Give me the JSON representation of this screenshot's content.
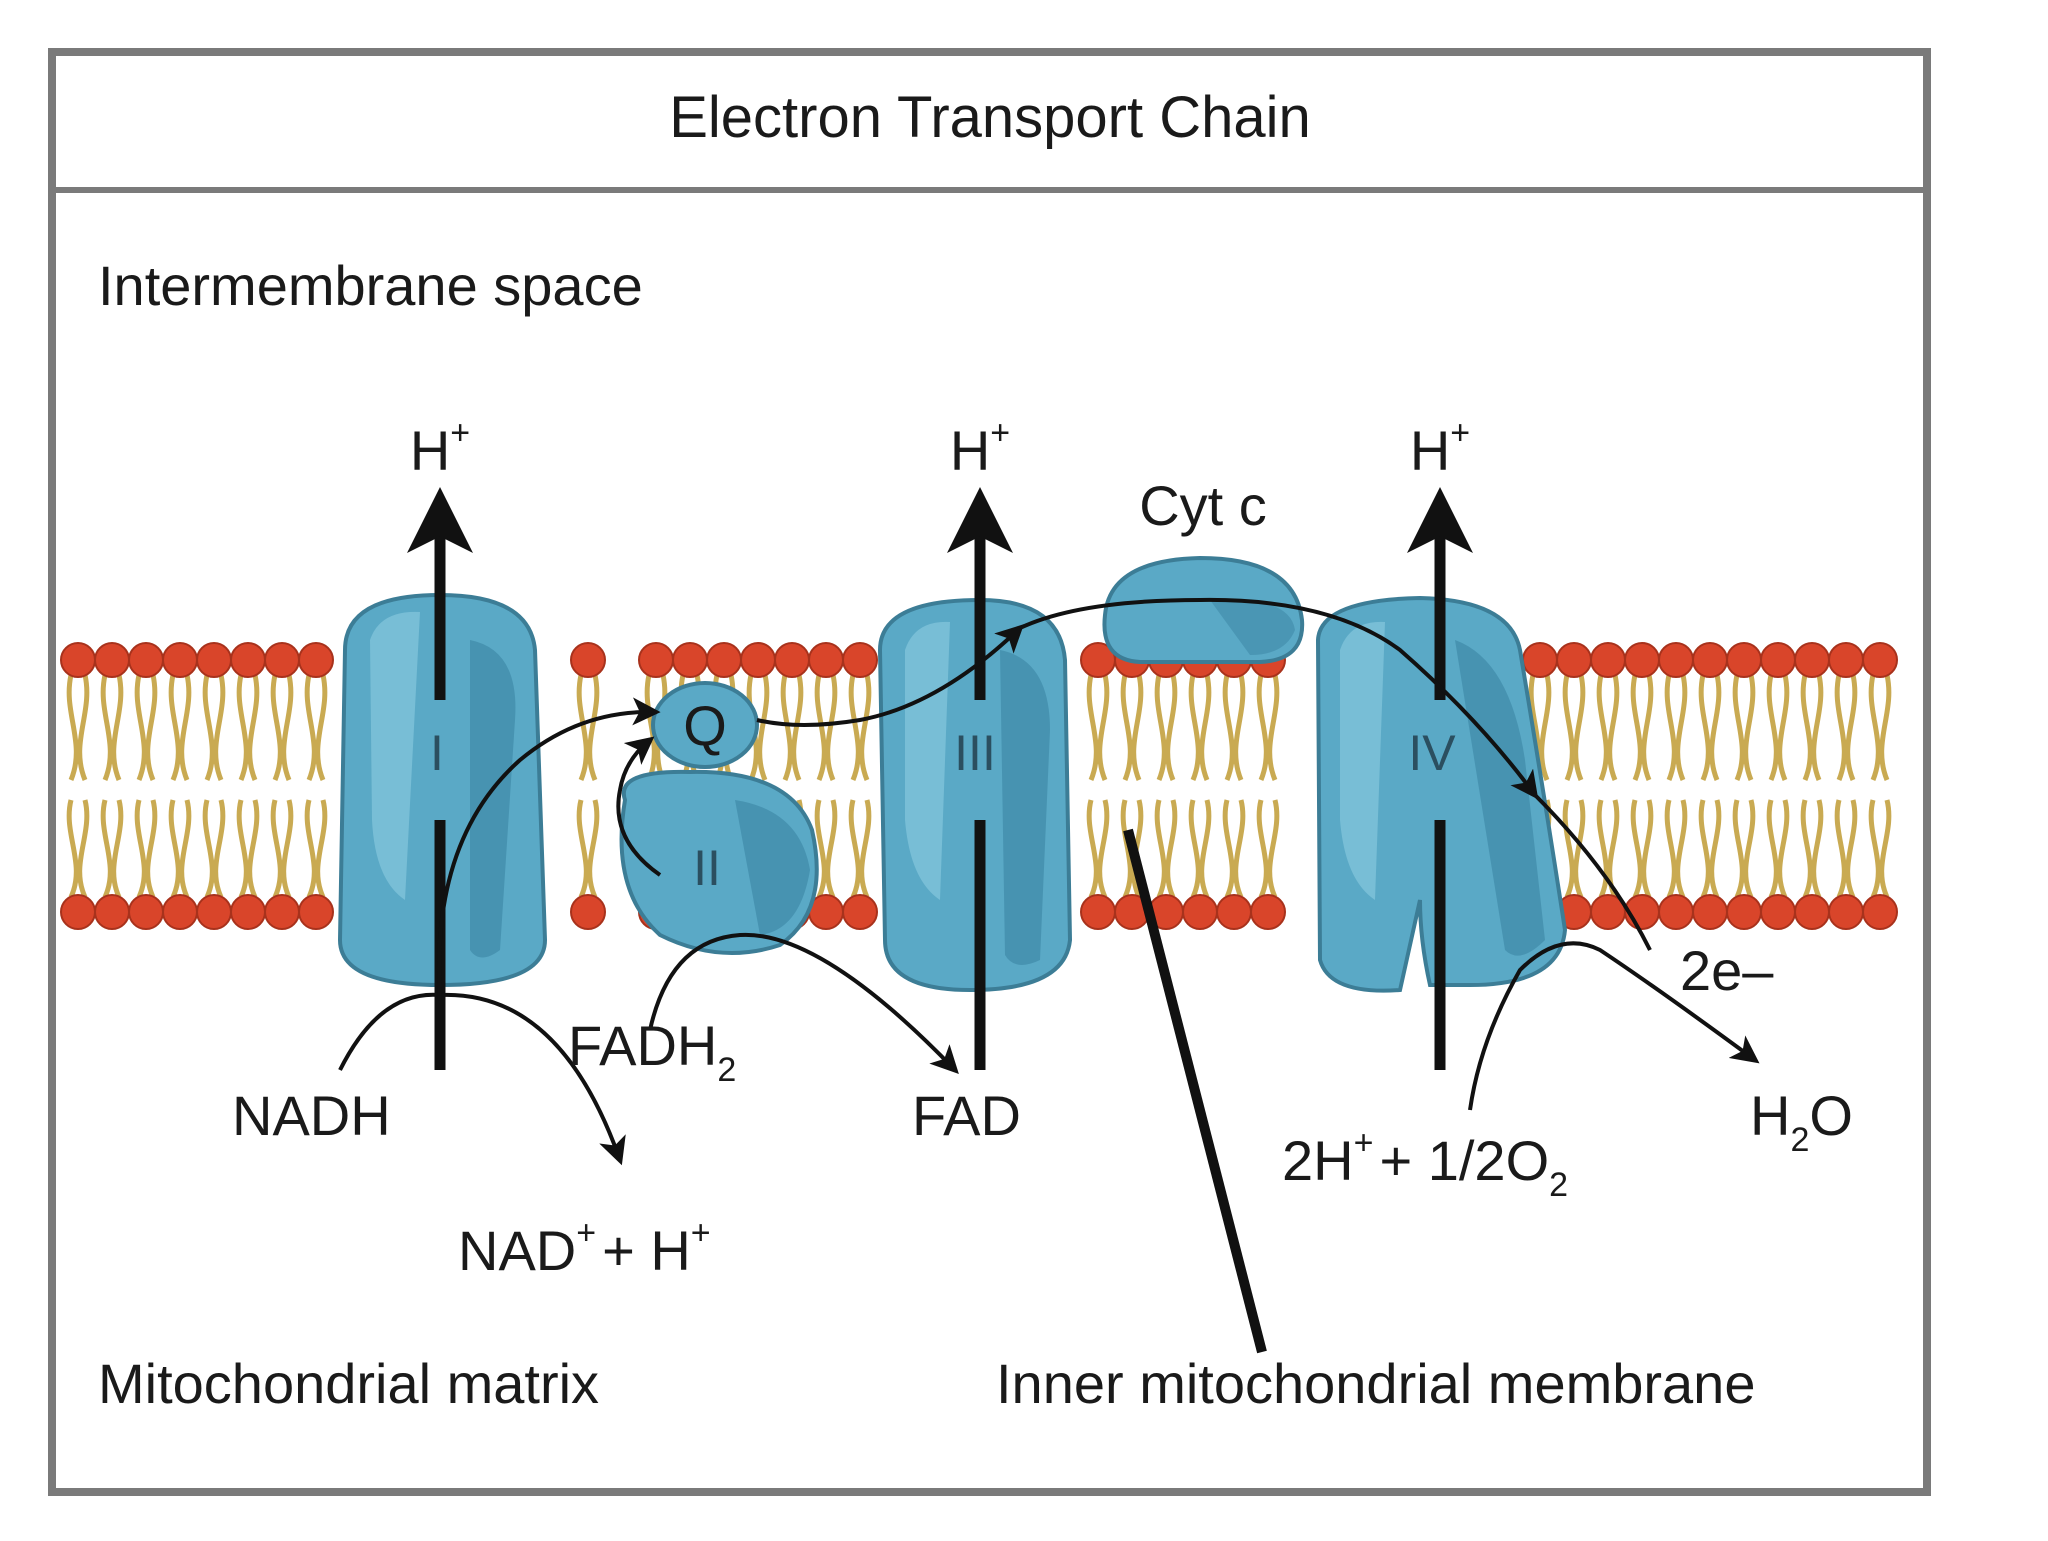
{
  "title": "Electron Transport Chain",
  "regions": {
    "intermembrane": "Intermembrane space",
    "matrix": "Mitochondrial matrix",
    "membrane": "Inner mitochondrial membrane"
  },
  "complexes": {
    "I": "I",
    "II": "II",
    "III": "III",
    "IV": "IV",
    "Q": "Q",
    "cyt_c": "Cyt c"
  },
  "protons": {
    "h": "H",
    "plus": "+"
  },
  "molecules": {
    "nadh": "NADH",
    "nad_base": "NAD",
    "nad_tail": "+ H",
    "fadh_base": "FADH",
    "fadh_sub": "2",
    "fad": "FAD",
    "oxygen_prefix": "2H",
    "oxygen_mid": "+ 1/2O",
    "oxygen_sub": "2",
    "water_h": "H",
    "water_sub": "2",
    "water_o": "O",
    "electrons": "2e–"
  },
  "colors": {
    "protein": "#5aa9c6",
    "protein_light": "#7fc3da",
    "protein_dark": "#3f8aa8",
    "protein_stroke": "#3c7d96",
    "head": "#d9452a",
    "tail": "#c9aa52",
    "frame": "#7a7a7a"
  }
}
